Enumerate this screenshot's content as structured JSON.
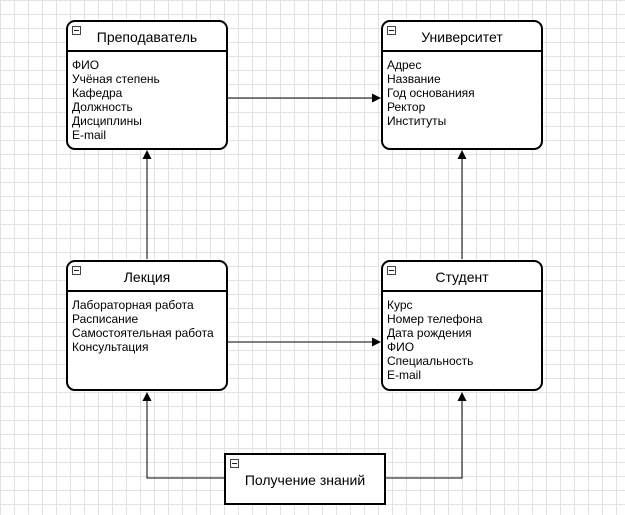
{
  "diagram": {
    "entities": [
      {
        "id": "teacher",
        "title": "Преподаватель",
        "attributes": [
          "ФИО",
          "Учёная степень",
          "Кафедра",
          "Должность",
          "Дисциплины",
          "E-mail"
        ]
      },
      {
        "id": "university",
        "title": "Университет",
        "attributes": [
          "Адрес",
          "Название",
          "Год основанияя",
          "Ректор",
          "Институты"
        ]
      },
      {
        "id": "lecture",
        "title": "Лекция",
        "attributes": [
          "Лабораторная работа",
          "Расписание",
          "Самостоятельная работа",
          "Консультация"
        ]
      },
      {
        "id": "student",
        "title": "Студент",
        "attributes": [
          "Курс",
          "Номер телефона",
          "Дата рождения",
          "ФИО",
          "Специальность",
          "E-mail"
        ]
      }
    ],
    "process": {
      "label": "Получение знаний"
    }
  },
  "colors": {
    "line": "#000000",
    "grid": "#e2e2e2",
    "background": "#ffffff"
  }
}
